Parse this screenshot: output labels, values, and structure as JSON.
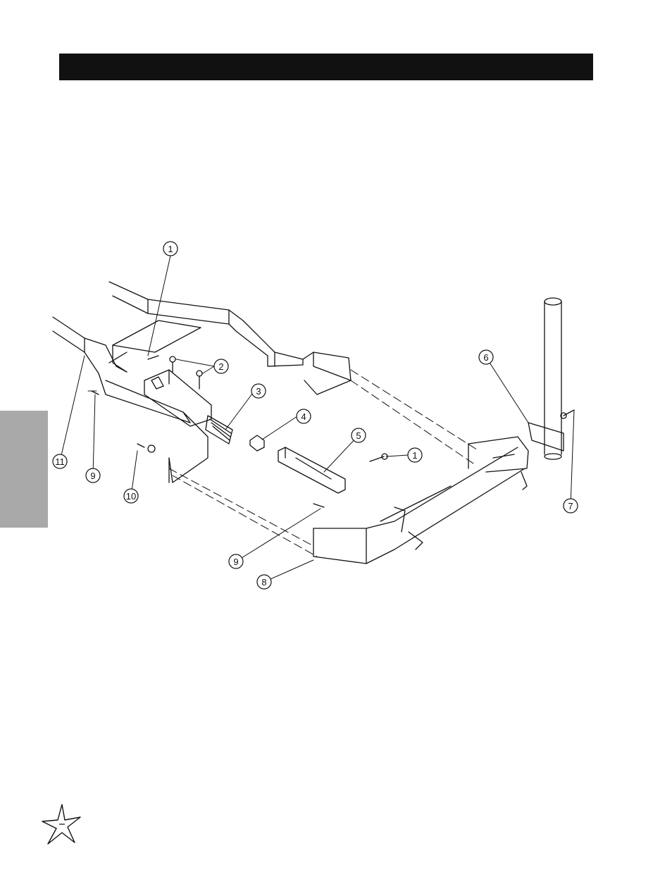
{
  "callouts": [
    "1",
    "2",
    "3",
    "4",
    "5",
    "1",
    "6",
    "7",
    "8",
    "9",
    "9",
    "10",
    "11"
  ]
}
